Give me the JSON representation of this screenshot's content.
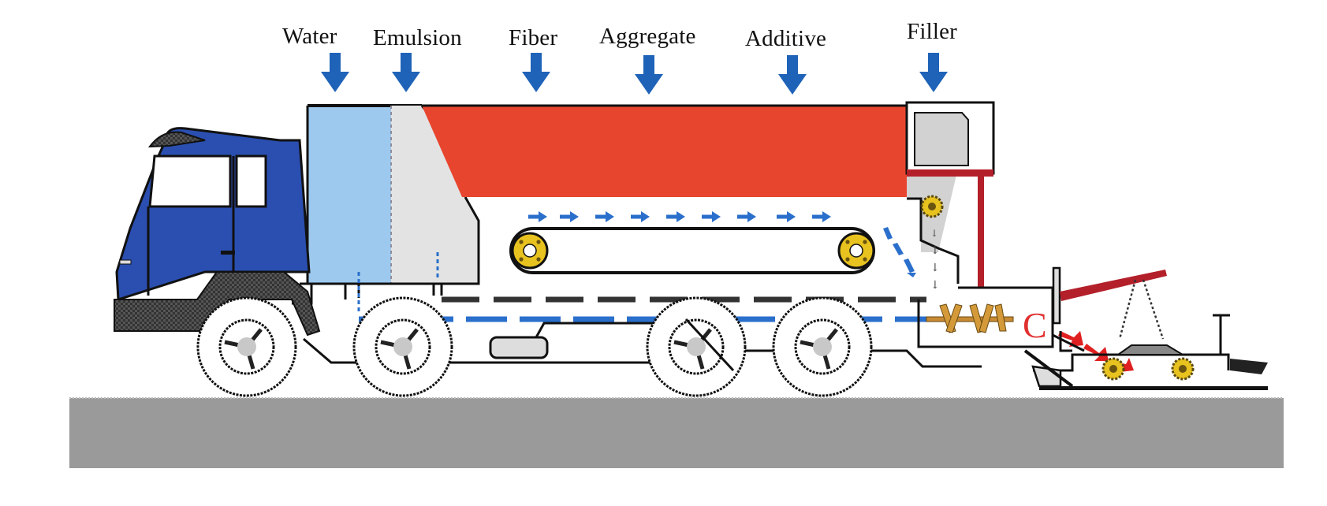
{
  "diagram": {
    "kind": "micro-surfacing paver truck schematic",
    "inputs": [
      {
        "id": "water",
        "label": "Water"
      },
      {
        "id": "emulsion",
        "label": "Emulsion"
      },
      {
        "id": "fiber",
        "label": "Fiber"
      },
      {
        "id": "aggregate",
        "label": "Aggregate"
      },
      {
        "id": "additive",
        "label": "Additive"
      },
      {
        "id": "filler",
        "label": "Filler"
      }
    ],
    "colors": {
      "arrow": "#1f63b8",
      "cab": "#2a4fb0",
      "water_tank": "#9ec9ee",
      "emulsion_tank": "#e3e3e3",
      "aggregate_bin": "#e8452f",
      "filler_bin": "#d2d2d2",
      "frame_red": "#b3202a",
      "pulley": "#e8c21f",
      "mixer_paddle": "#d49a3a",
      "flow_blue": "#2a6fcb",
      "ground": "#9a9a9a",
      "outline": "#111111"
    }
  }
}
